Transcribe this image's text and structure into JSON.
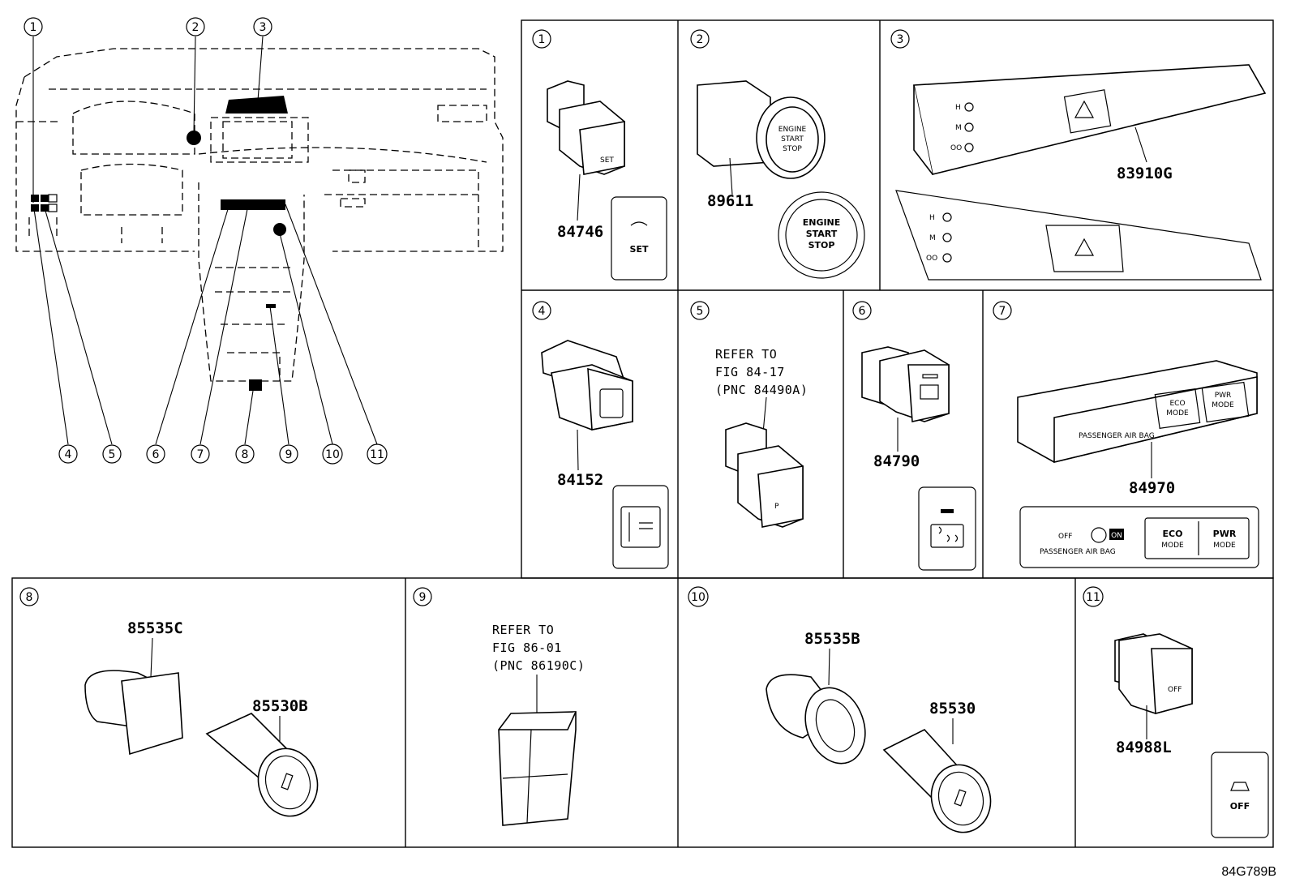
{
  "diagram_code": "84G789B",
  "callouts": [
    "1",
    "2",
    "3",
    "4",
    "5",
    "6",
    "7",
    "8",
    "9",
    "10",
    "11"
  ],
  "panels": [
    {
      "num": "1",
      "part": "84746",
      "icon_label": "SET"
    },
    {
      "num": "2",
      "part": "89611",
      "button_lines": [
        "ENGINE",
        "START",
        "STOP"
      ]
    },
    {
      "num": "3",
      "part": "83910G",
      "levels": [
        "H",
        "M",
        "OO"
      ]
    },
    {
      "num": "4",
      "part": "84152"
    },
    {
      "num": "5",
      "refer": [
        "REFER TO",
        "FIG 84-17",
        "(PNC 84490A)"
      ]
    },
    {
      "num": "6",
      "part": "84790"
    },
    {
      "num": "7",
      "part": "84970",
      "airbag_label": "PASSENGER AIR BAG",
      "off_label": "OFF",
      "on_label": "ON",
      "eco": [
        "ECO",
        "MODE"
      ],
      "pwr": [
        "PWR",
        "MODE"
      ]
    },
    {
      "num": "8",
      "parts": [
        "85535C",
        "85530B"
      ]
    },
    {
      "num": "9",
      "refer": [
        "REFER TO",
        "FIG 86-01",
        "(PNC 86190C)"
      ]
    },
    {
      "num": "10",
      "parts": [
        "85535B",
        "85530"
      ]
    },
    {
      "num": "11",
      "part": "84988L",
      "icon_label": "OFF"
    }
  ]
}
